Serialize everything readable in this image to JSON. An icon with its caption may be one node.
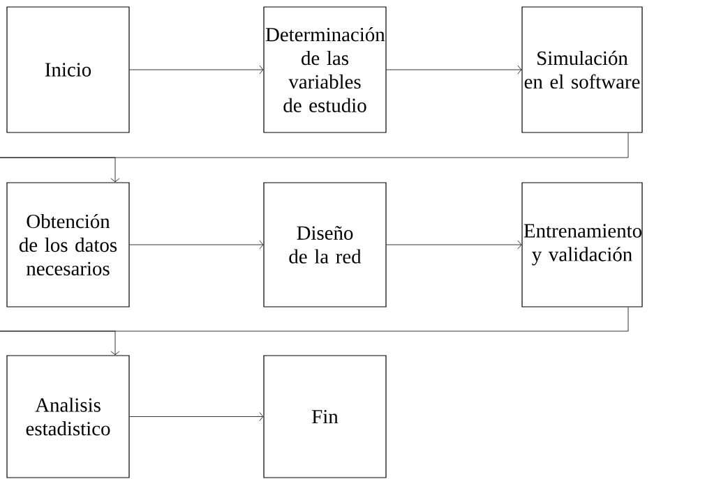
{
  "diagram": {
    "nodes": [
      {
        "text": [
          "Inicio"
        ]
      },
      {
        "text": [
          "Determinación de las variables de estudio"
        ]
      },
      {
        "text": [
          "Simulación en el software"
        ]
      },
      {
        "text": [
          "Obtención de los datos necesarios"
        ]
      },
      {
        "text": [
          "Diseño de la red"
        ]
      },
      {
        "text": [
          "Entrenamiento y validación"
        ]
      },
      {
        "text": [
          "Analisis estadistico"
        ]
      },
      {
        "text": [
          "Fin"
        ]
      }
    ],
    "edges": [
      {
        "from": 0,
        "to": 1,
        "arrow": "to"
      },
      {
        "from": 1,
        "to": 2,
        "arrow": "to"
      },
      {
        "from": 2,
        "to": 3,
        "arrow": "to"
      },
      {
        "from": 3,
        "to": 4,
        "arrow": "to"
      },
      {
        "from": 4,
        "to": 5,
        "arrow": "to"
      },
      {
        "from": 5,
        "to": 6,
        "arrow": "to"
      },
      {
        "from": 6,
        "to": 7,
        "arrow": "to"
      }
    ]
  }
}
